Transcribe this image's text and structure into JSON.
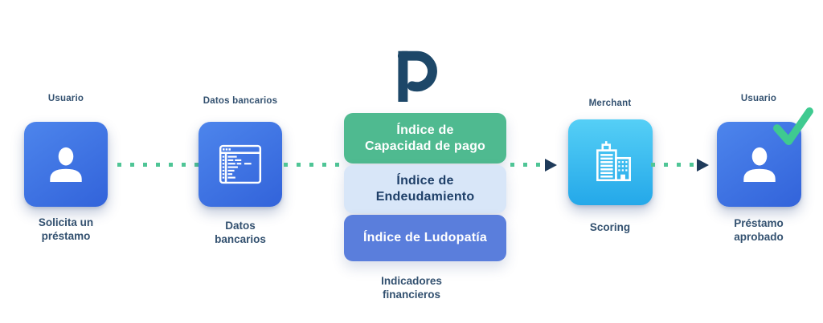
{
  "brand": {
    "logo_icon": "p-letter-logo",
    "logo_color": "#1d4768"
  },
  "flow": {
    "request": {
      "top_label": "Usuario",
      "caption_line1": "Solicita un",
      "caption_line2": "préstamo",
      "icon": "user-icon"
    },
    "bank_data": {
      "top_label": "Datos bancarios",
      "caption_line1": "Datos",
      "caption_line2": "bancarios",
      "icon": "data-window-icon"
    },
    "indicators": {
      "caption_line1": "Indicadores",
      "caption_line2": "financieros",
      "boxes": [
        {
          "line1": "Índice de",
          "line2": "Capacidad de pago",
          "bg": "#4fba90",
          "color": "#ffffff"
        },
        {
          "line1": "Índice de",
          "line2": "Endeudamiento",
          "bg": "#d8e6f8",
          "color": "#1e3f68"
        },
        {
          "line1": "Índice de Ludopatía",
          "line2": "",
          "bg": "#5a7edc",
          "color": "#ffffff"
        }
      ]
    },
    "merchant": {
      "top_label": "Merchant",
      "caption_line1": "Scoring",
      "caption_line2": "",
      "icon": "buildings-icon"
    },
    "approved": {
      "top_label": "Usuario",
      "caption_line1": "Préstamo",
      "caption_line2": "aprobado",
      "icon": "user-icon",
      "badge": "check-icon"
    }
  },
  "colors": {
    "text_navy": "#32506f",
    "dot_green": "#4fc596",
    "arrow_navy": "#1e3a5a",
    "check_green": "#3fca90",
    "user_box_top": "#4d85ec",
    "user_box_bottom": "#3263da",
    "merchant_box_top": "#55cff6",
    "merchant_box_bottom": "#24a8e9"
  }
}
